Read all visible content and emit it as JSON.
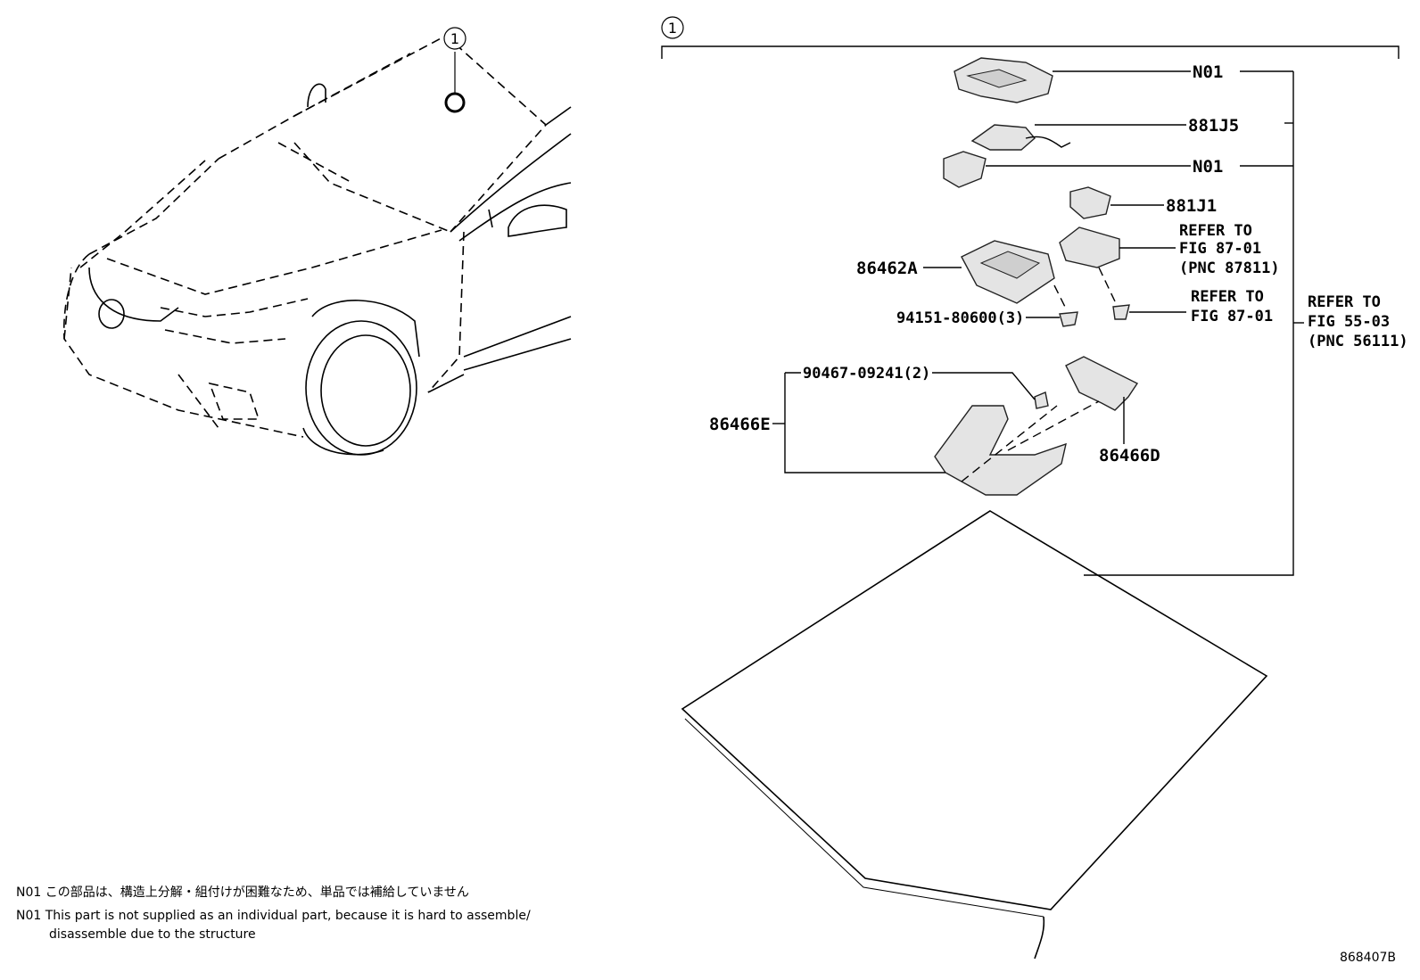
{
  "callout_id": "1",
  "labels": {
    "n01_top": "N01",
    "p881j5": "881J5",
    "n01_mid": "N01",
    "p881j1": "881J1",
    "refer_87_01_a": [
      "REFER TO",
      "FIG 87-01",
      "(PNC 87811)"
    ],
    "p86462a": "86462A",
    "p94151": "94151-80600(3)",
    "refer_87_01_b": [
      "REFER TO",
      "FIG 87-01"
    ],
    "refer_55_03": [
      "REFER TO",
      "FIG 55-03",
      "(PNC 56111)"
    ],
    "p90467": "90467-09241(2)",
    "p86466e": "86466E",
    "p86466d": "86466D"
  },
  "notes": {
    "jp": "N01 この部品は、構造上分解・組付けが困難なため、単品では補給していません",
    "en_line1": "N01 This part is not supplied as an individual part, because it is hard to assemble/",
    "en_line2": "disassemble due to the structure"
  },
  "figure_number": "868407B"
}
